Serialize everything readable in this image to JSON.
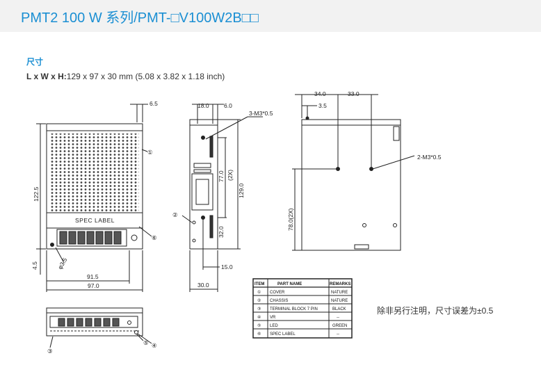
{
  "header": {
    "title": "PMT2 100 W 系列/PMT-□V100W2B□□"
  },
  "section_title": "尺寸",
  "dimensions": {
    "label": "L x W x H:",
    "value": "129 x 97 x 30 mm (5.08 x 3.82 x 1.18 inch)"
  },
  "drawing": {
    "front": {
      "d_6_5": "6.5",
      "d_122_5": "122.5",
      "d_4_5": "4.5",
      "d_3_5": "φ3.5",
      "d_91_5": "91.5",
      "d_97": "97.0",
      "spec_label": "SPEC LABEL"
    },
    "side": {
      "d_18": "18.0",
      "d_6": "6.0",
      "screw": "3-M3*0.5",
      "d_77": "77.0",
      "d_2x": "(2X)",
      "d_129": "129.0",
      "d_32": "32.0",
      "d_15": "15.0",
      "d_30": "30.0"
    },
    "rear": {
      "d_34": "34.0",
      "d_33": "33.0",
      "d_3_5": "3.5",
      "screw": "2-M3*0.5",
      "d_78": "78.0(2X)"
    },
    "callouts": [
      "①",
      "②",
      "③",
      "④",
      "⑤",
      "⑥"
    ]
  },
  "parts_table": {
    "headers": [
      "ITEM",
      "PART NAME",
      "REMARKS"
    ],
    "rows": [
      {
        "item": "①",
        "name": "COVER",
        "remark": "NATURE"
      },
      {
        "item": "②",
        "name": "CHASSIS",
        "remark": "NATURE"
      },
      {
        "item": "③",
        "name": "TERMINAL BLOCK 7 PIN",
        "remark": "BLACK"
      },
      {
        "item": "④",
        "name": "VR",
        "remark": "--"
      },
      {
        "item": "⑤",
        "name": "LED",
        "remark": "GREEN"
      },
      {
        "item": "⑥",
        "name": "SPEC LABEL",
        "remark": "--"
      }
    ]
  },
  "note": "除非另行注明，尺寸误差为±0.5"
}
